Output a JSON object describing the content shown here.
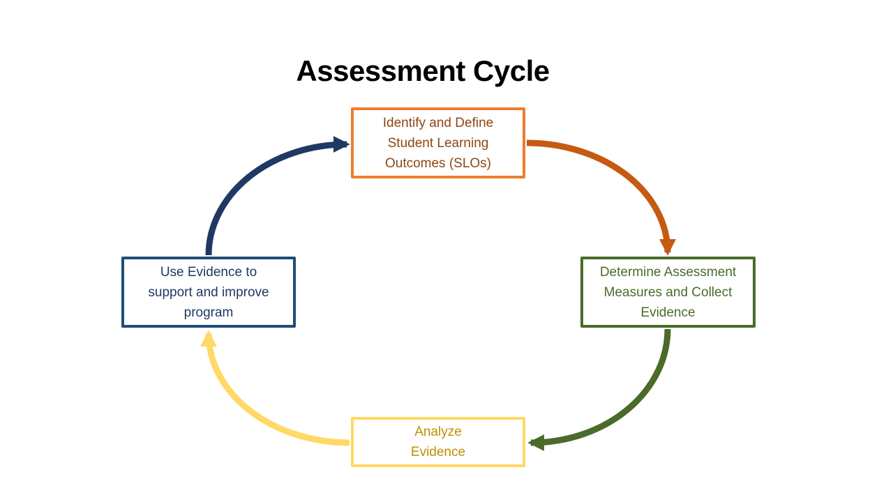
{
  "title": "Assessment Cycle",
  "title_color": "#000000",
  "background_color": "#FFFFFF",
  "nodes": [
    {
      "id": "identify-slos",
      "label": "Identify and Define\nStudent Learning\nOutcomes (SLOs)",
      "border_color": "#ED7D31",
      "text_color": "#8E4612",
      "position": "top"
    },
    {
      "id": "determine-measures",
      "label": "Determine Assessment\nMeasures and Collect\nEvidence",
      "border_color": "#4A6B2A",
      "text_color": "#4A6B2A",
      "position": "right"
    },
    {
      "id": "analyze-evidence",
      "label": "Analyze\nEvidence",
      "border_color": "#FFD966",
      "text_color": "#BF9000",
      "position": "bottom"
    },
    {
      "id": "use-evidence",
      "label": "Use Evidence to\nsupport and improve\nprogram",
      "border_color": "#1F4E79",
      "text_color": "#1F3864",
      "position": "left"
    }
  ],
  "arrows": [
    {
      "id": "identify-to-determine",
      "from": "identify-slos",
      "to": "determine-measures",
      "color": "#C55A11"
    },
    {
      "id": "determine-to-analyze",
      "from": "determine-measures",
      "to": "analyze-evidence",
      "color": "#4A6B2A"
    },
    {
      "id": "analyze-to-use",
      "from": "analyze-evidence",
      "to": "use-evidence",
      "color": "#FFD966"
    },
    {
      "id": "use-to-identify",
      "from": "use-evidence",
      "to": "identify-slos",
      "color": "#203864"
    }
  ]
}
